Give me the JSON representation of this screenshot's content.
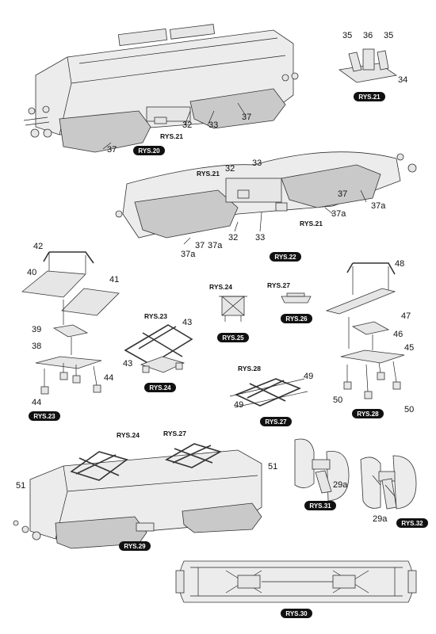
{
  "figures": {
    "rys20": "RYS.20",
    "rys21": "RYS.21",
    "rys22": "RYS.22",
    "rys23": "RYS.23",
    "rys24": "RYS.24",
    "rys25": "RYS.25",
    "rys26": "RYS.26",
    "rys27": "RYS.27",
    "rys28": "RYS.28",
    "rys29": "RYS.29",
    "rys30": "RYS.30",
    "rys31": "RYS.31",
    "rys32": "RYS.32"
  },
  "refs": {
    "rys21": "RYS.21",
    "rys23": "RYS.23",
    "rys24": "RYS.24",
    "rys27": "RYS.27",
    "rys28": "RYS.28"
  },
  "parts": {
    "p29a": "29a",
    "p32": "32",
    "p33": "33",
    "p34": "34",
    "p35": "35",
    "p36": "36",
    "p37": "37",
    "p37a": "37a",
    "p38": "38",
    "p39": "39",
    "p40": "40",
    "p41": "41",
    "p42": "42",
    "p43": "43",
    "p44": "44",
    "p45": "45",
    "p46": "46",
    "p47": "47",
    "p48": "48",
    "p49": "49",
    "p50": "50",
    "p51": "51"
  }
}
